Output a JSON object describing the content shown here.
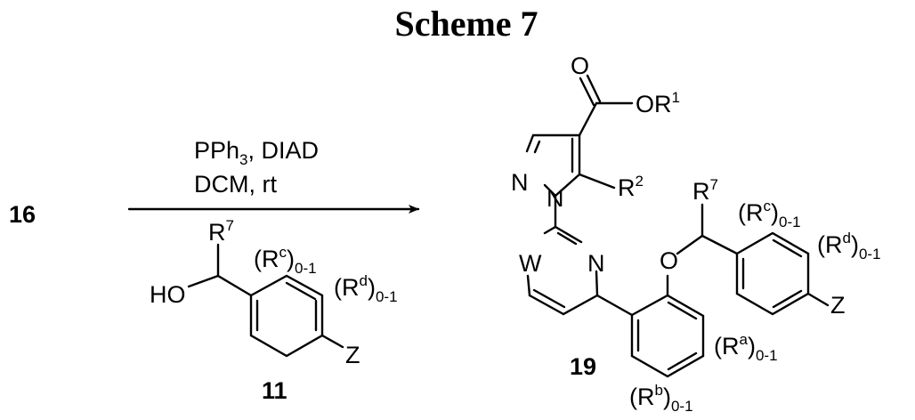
{
  "scheme_title": "Scheme 7",
  "starting_compound": "16",
  "reagent_line_1": {
    "a": "PPh",
    "sub": "3",
    "b": ", DIAD"
  },
  "reagent_line_2": "DCM, rt",
  "reagent_compound": {
    "label": "11",
    "hydroxyl": "HO",
    "R7": {
      "base": "R",
      "sup": "7"
    },
    "Rc": {
      "open": "(R",
      "sup": "c",
      "close": ")",
      "sub": "0-1"
    },
    "Rd": {
      "open": "(R",
      "sup": "d",
      "close": ")",
      "sub": "0-1"
    },
    "Z": "Z"
  },
  "product_compound": {
    "label": "19",
    "carbonyl_O": "O",
    "OR1": {
      "base": "OR",
      "sup": "1"
    },
    "N_a": "N",
    "N_b": "N",
    "R2": {
      "base": "R",
      "sup": "2"
    },
    "W": "W",
    "N_c": "N",
    "ether_O": "O",
    "R7": {
      "base": "R",
      "sup": "7"
    },
    "Rc": {
      "open": "(R",
      "sup": "c",
      "close": ")",
      "sub": "0-1"
    },
    "Rd": {
      "open": "(R",
      "sup": "d",
      "close": ")",
      "sub": "0-1"
    },
    "Z": "Z",
    "Ra": {
      "open": "(R",
      "sup": "a",
      "close": ")",
      "sub": "0-1"
    },
    "Rb": {
      "open": "(R",
      "sup": "b",
      "close": ")",
      "sub": "0-1"
    }
  }
}
